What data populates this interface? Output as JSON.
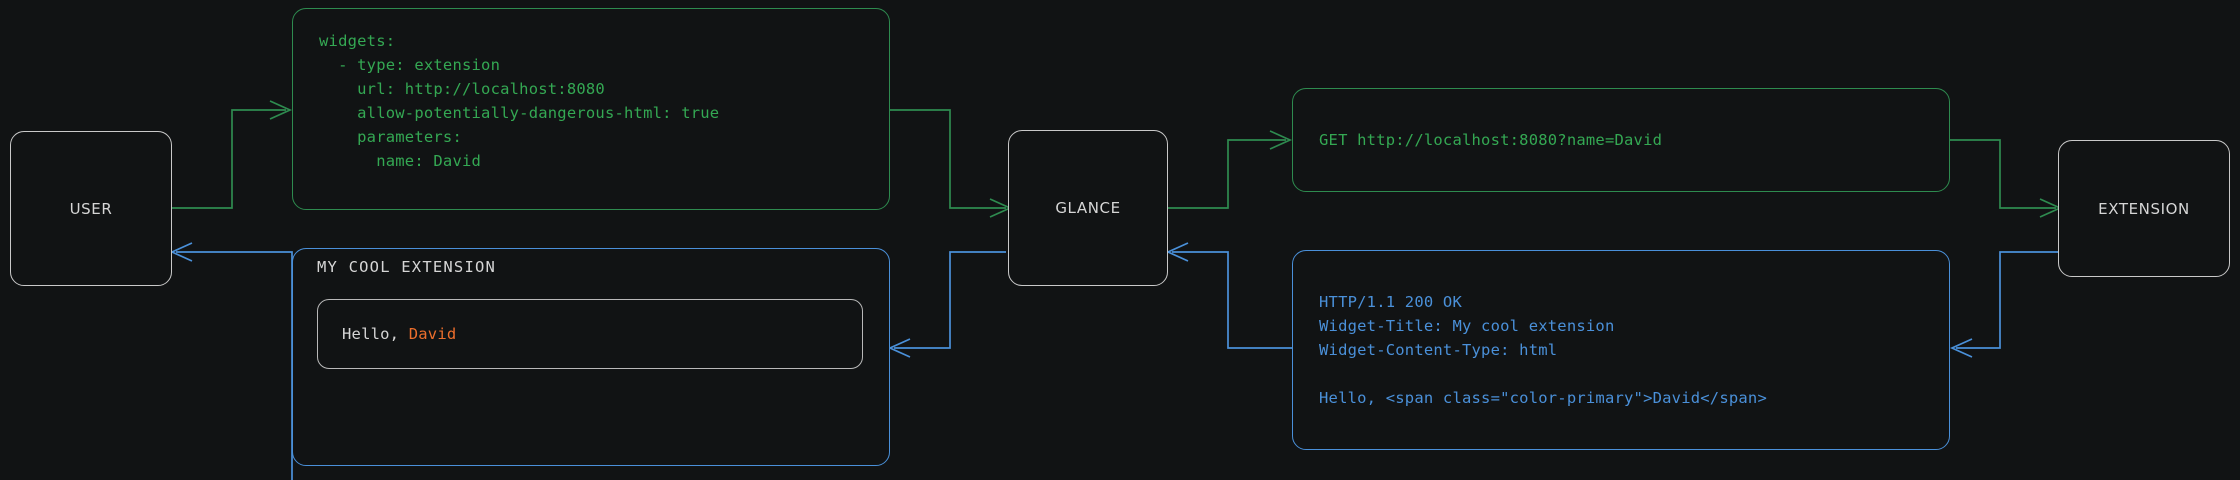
{
  "theme": {
    "background": "#111314",
    "neutral_stroke": "#c9c9c9",
    "green": "#34a853",
    "green_stroke": "#2e8b4f",
    "blue": "#4a90d9",
    "orange_accent": "#ec6e2c",
    "text": "#d6d6d6"
  },
  "nodes": {
    "user": {
      "label": "USER"
    },
    "glance": {
      "label": "GLANCE"
    },
    "extension": {
      "label": "EXTENSION"
    }
  },
  "boxes": {
    "config_yaml": {
      "kind": "green-code",
      "lines": [
        "widgets:",
        "  - type: extension",
        "    url: http://localhost:8080",
        "    allow-potentially-dangerous-html: true",
        "    parameters:",
        "      name: David"
      ],
      "text": "widgets:\n  - type: extension\n    url: http://localhost:8080\n    allow-potentially-dangerous-html: true\n    parameters:\n      name: David"
    },
    "http_request": {
      "kind": "green-code",
      "lines": [
        "GET http://localhost:8080?name=David"
      ],
      "text": "GET http://localhost:8080?name=David"
    },
    "http_response": {
      "kind": "blue-code",
      "lines": [
        "HTTP/1.1 200 OK",
        "Widget-Title: My cool extension",
        "Widget-Content-Type: html",
        "",
        "Hello, <span class=\"color-primary\">David</span>"
      ],
      "text": "HTTP/1.1 200 OK\nWidget-Title: My cool extension\nWidget-Content-Type: html\n\nHello, <span class=\"color-primary\">David</span>"
    },
    "rendered_widget": {
      "kind": "widget-preview",
      "title": "MY COOL EXTENSION",
      "greeting_prefix": "Hello, ",
      "greeting_name": "David"
    }
  },
  "edges": [
    {
      "name": "user-to-config",
      "color": "#2e8b4f",
      "from": "user",
      "to": "config_yaml"
    },
    {
      "name": "config-to-glance",
      "color": "#2e8b4f",
      "from": "config_yaml",
      "to": "glance"
    },
    {
      "name": "glance-to-request",
      "color": "#2e8b4f",
      "from": "glance",
      "to": "http_request"
    },
    {
      "name": "request-to-extension",
      "color": "#2e8b4f",
      "from": "http_request",
      "to": "extension"
    },
    {
      "name": "extension-to-response",
      "color": "#4a90d9",
      "from": "extension",
      "to": "http_response"
    },
    {
      "name": "response-to-glance",
      "color": "#4a90d9",
      "from": "http_response",
      "to": "glance"
    },
    {
      "name": "glance-to-widget",
      "color": "#4a90d9",
      "from": "glance",
      "to": "rendered_widget"
    },
    {
      "name": "widget-to-user",
      "color": "#4a90d9",
      "from": "rendered_widget",
      "to": "user"
    }
  ]
}
